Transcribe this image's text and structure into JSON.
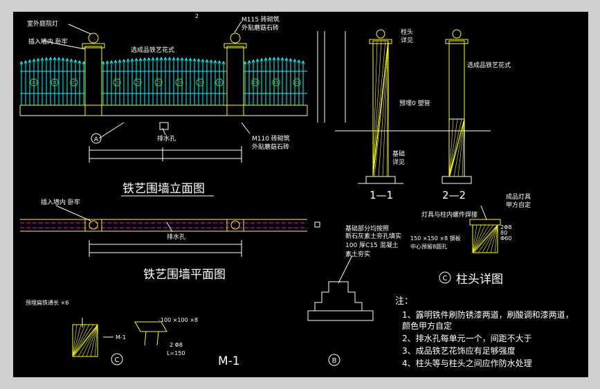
{
  "colors": {
    "background": "#000000",
    "frame": "#cfcfcf",
    "line_white": "#ffffff",
    "line_yellow": "#ffff00",
    "line_cyan": "#00ffff",
    "line_green": "#00ff00",
    "line_magenta": "#ff00ff",
    "line_red": "#ff0000",
    "text_white": "#ffffff",
    "text_yellow": "#ffff00"
  },
  "elevation": {
    "title": "铁艺围墙立面图",
    "label_outdoor_light": "室外庭院灯",
    "label_insert_wall": "插入墙内 卧牢",
    "label_fence_pattern": "选成品铁艺花式",
    "label_m115": "M115 砖砌筑",
    "label_facing_top": "外贴蘑菇石砖",
    "label_m110": "M110 砖砌筑",
    "label_facing_bottom": "外贴蘑菇石砖",
    "label_drain": "排水孔",
    "axis_mark": "A",
    "dim_small": "2"
  },
  "plan": {
    "title": "铁艺围墙平面图",
    "label_insert_wall": "插入墙内 卧牢",
    "label_drain": "排水孔"
  },
  "section": {
    "label_11": "1—1",
    "label_22": "2—2",
    "label_post_head": "柱头",
    "label_detail": "详见",
    "label_fence_pattern": "选成品铁艺花式",
    "label_pipe": "预埋0 塑管",
    "label_foundation_1": "基础",
    "label_foundation_2": "详见"
  },
  "foundation": {
    "label_line1": "基础部分均按照",
    "label_line2": "新石灰素土夯孔填实",
    "label_line3": "100 厚C15 混凝土",
    "label_line4": "素土夯实",
    "axis_mark": "B"
  },
  "post_head": {
    "title": "柱头详图",
    "axis_mark": "C",
    "label_lamp": "成品灯具",
    "label_client": "甲方自定",
    "label_weld": "灯具与柱内螺件焊接",
    "label_plate": "150 ×150 ×8 钢板",
    "label_anchor": "中心预留8圆孔",
    "label_bolt": "2Φ8",
    "label_phi": "Φ60",
    "label_dim": "80"
  },
  "embed_detail": {
    "label_top": "预埋扁铁通长 ×6",
    "label_m1": "M-1",
    "label_plate": "-100 ×100 ×8",
    "label_bars": "2 Φ8",
    "label_length": "L=150",
    "title": "M-1",
    "axis_mark": "C"
  },
  "notes": {
    "heading": "注：",
    "items": [
      "1、露明铁件刷防锈漆两道，刷酸调和漆两道，",
      "颜色甲方自定",
      "2、排水孔每单元一个，间距不大于",
      "3、成品铁艺花饰应有足够强度",
      "4、柱头等与柱头之间应作防水处理"
    ]
  }
}
